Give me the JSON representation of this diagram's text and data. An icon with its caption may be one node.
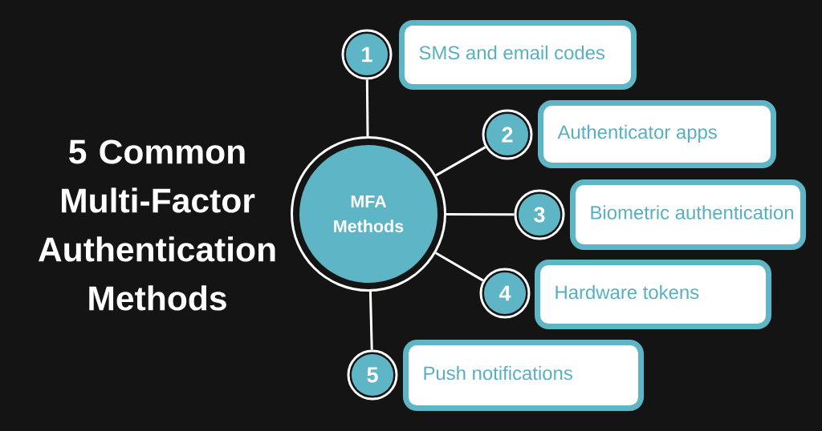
{
  "diagram": {
    "title": "5 Common Multi-Factor Authentication Methods",
    "nodes": [
      {
        "text": [
          "MFA Methods"
        ]
      },
      {
        "text": [
          "1"
        ]
      },
      {
        "text": [
          "SMS and email codes"
        ]
      },
      {
        "text": [
          "2"
        ]
      },
      {
        "text": [
          "Authenticator apps"
        ]
      },
      {
        "text": [
          "3"
        ]
      },
      {
        "text": [
          "Biometric authentication"
        ]
      },
      {
        "text": [
          "4"
        ]
      },
      {
        "text": [
          "Hardware tokens"
        ]
      },
      {
        "text": [
          "5"
        ]
      },
      {
        "text": [
          "Push notifications"
        ]
      }
    ],
    "edges": [
      {
        "from": 0,
        "to": 1,
        "arrow": "none"
      },
      {
        "from": 0,
        "to": 3,
        "arrow": "none"
      },
      {
        "from": 0,
        "to": 5,
        "arrow": "none"
      },
      {
        "from": 0,
        "to": 7,
        "arrow": "none"
      },
      {
        "from": 0,
        "to": 9,
        "arrow": "none"
      }
    ]
  }
}
